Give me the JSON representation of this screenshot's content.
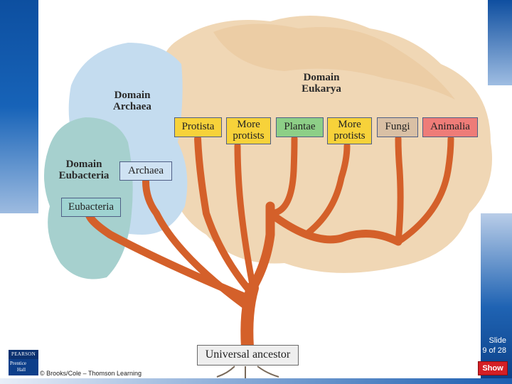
{
  "domains": {
    "archaea": [
      "Domain",
      "Archaea"
    ],
    "eukarya": [
      "Domain",
      "Eukarya"
    ],
    "eubacteria": [
      "Domain",
      "Eubacteria"
    ]
  },
  "groups": {
    "protista": "Protista",
    "more_protists_1": [
      "More",
      "protists"
    ],
    "plantae": "Plantae",
    "more_protists_2": [
      "More",
      "protists"
    ],
    "fungi": "Fungi",
    "animalia": "Animalia",
    "archaea": "Archaea",
    "eubacteria": "Eubacteria"
  },
  "root": "Universal ancestor",
  "colors": {
    "branch": "#d4602a",
    "eukarya_canopy": "#f0d7b5",
    "archaea_canopy": "#c4dcef",
    "eubacteria_canopy": "#a6d0ce",
    "box_yellow": "#f7d23a",
    "box_green": "#8dcf87",
    "box_tan": "#d9c0a5",
    "box_red": "#ee7c78",
    "box_blue": "#cfe2f3",
    "box_teal": "#9fd3d1"
  },
  "footer": {
    "slide_label": "Slide",
    "slide_number": "9 of 28",
    "show_button": "Show",
    "copyright": "© Brooks/Cole – Thomson Learning",
    "logo_top": "PEARSON",
    "logo_line1": "Prentice",
    "logo_line2": "Hall"
  }
}
